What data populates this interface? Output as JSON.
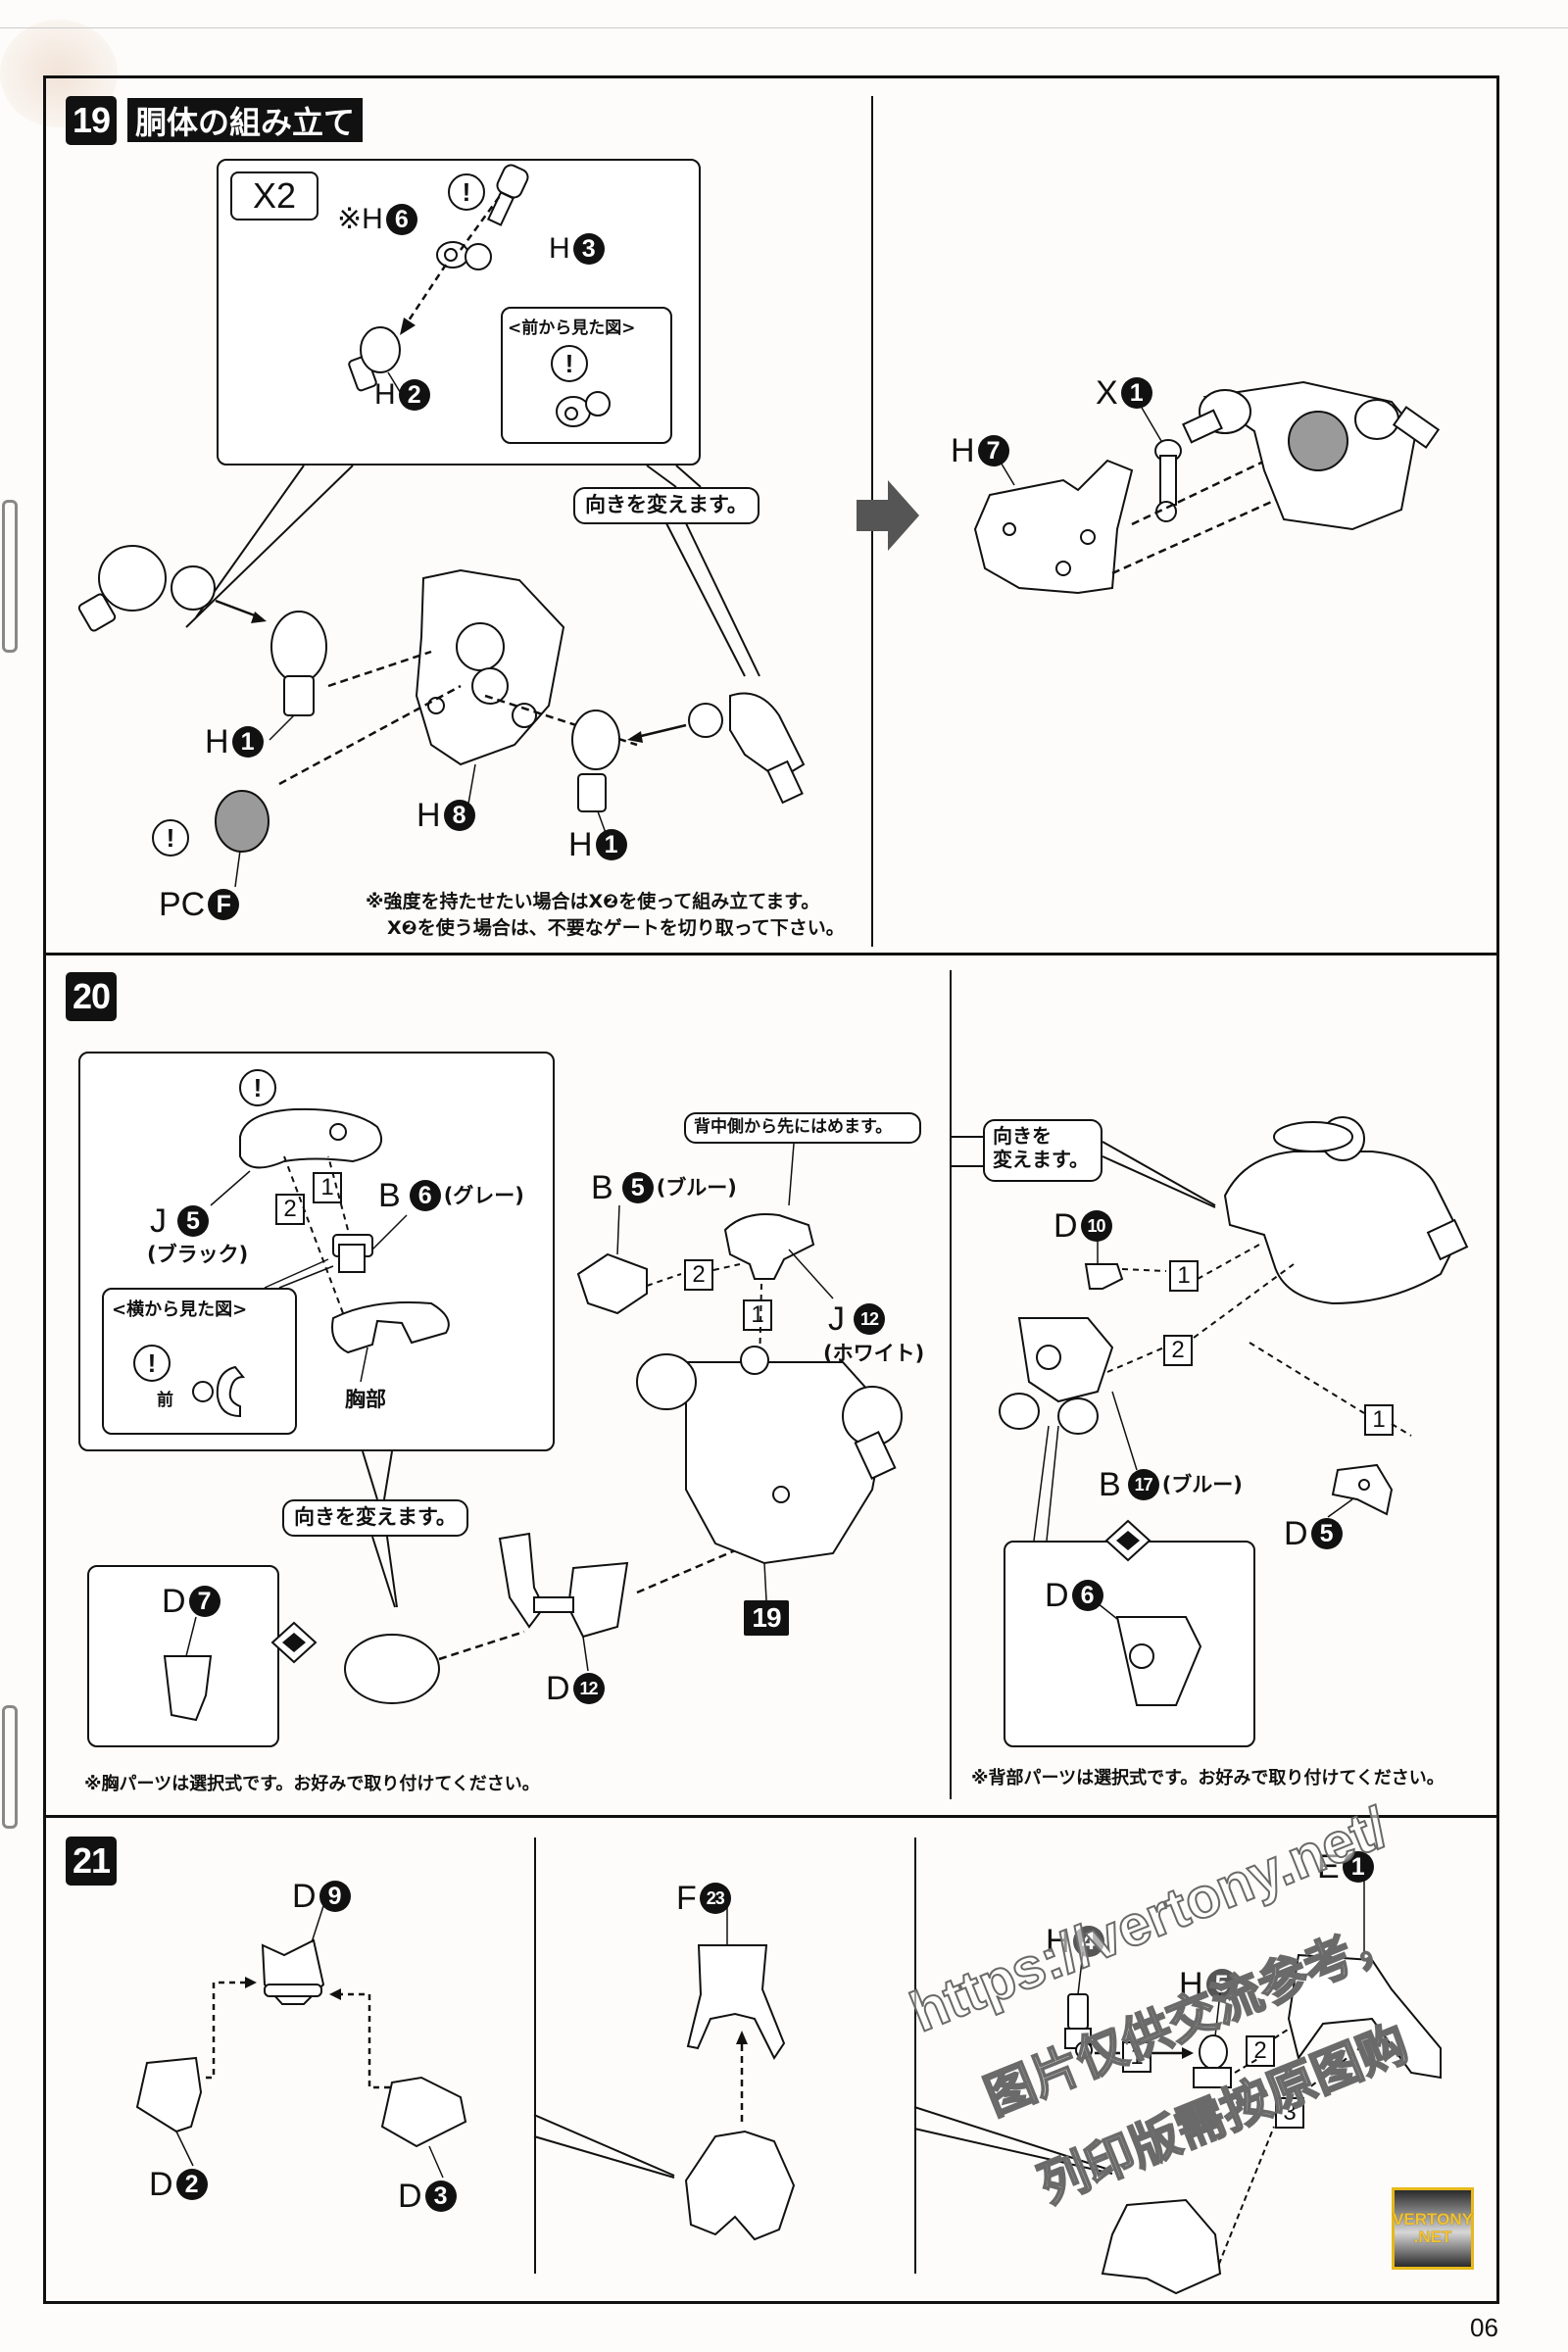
{
  "page": {
    "number": "06"
  },
  "steps": [
    {
      "id": "19",
      "badge": "19",
      "title": "胴体の組み立て",
      "inset": {
        "count_label": "X2",
        "parts": [
          {
            "prefix": "※H",
            "num": "6"
          },
          {
            "prefix": "H",
            "num": "3"
          },
          {
            "prefix": "H",
            "num": "2"
          }
        ],
        "front_view_label": "<前から見た図>"
      },
      "callout_turn": "向きを変えます。",
      "parts": [
        {
          "prefix": "H",
          "num": "1"
        },
        {
          "prefix": "H",
          "num": "8"
        },
        {
          "prefix": "H",
          "num": "1"
        },
        {
          "prefix": "PC",
          "num": "F"
        },
        {
          "prefix": "H",
          "num": "7"
        },
        {
          "prefix": "X",
          "num": "1"
        }
      ],
      "note_lines": [
        "※強度を持たせたい場合はX❷を使って組み立てます。",
        "X❷を使う場合は、不要なゲートを切り取って下さい。"
      ]
    },
    {
      "id": "20",
      "badge": "20",
      "inset": {
        "parts": [
          {
            "prefix": "J",
            "num": "5",
            "color": "(ブラック)"
          },
          {
            "prefix": "B",
            "num": "6",
            "color": "(グレー)"
          }
        ],
        "chest_label": "胸部",
        "side_view_label": "<横から見た図>",
        "front_label": "前",
        "order": [
          "1",
          "2"
        ]
      },
      "callout_turn": "向きを変えます。",
      "callout_back_first": "背中側から先にはめます。",
      "parts": [
        {
          "prefix": "B",
          "num": "5",
          "color": "(ブルー)"
        },
        {
          "prefix": "J",
          "num": "12",
          "color": "(ホワイト)"
        },
        {
          "prefix": "D",
          "num": "12"
        },
        {
          "prefix": "D",
          "num": "7"
        }
      ],
      "ref_badge": "19",
      "order": [
        "2",
        "1"
      ],
      "note_left": "※胸パーツは選択式です。お好みで取り付けてください。",
      "right": {
        "callout_turn_lines": [
          "向きを",
          "変えます。"
        ],
        "parts": [
          {
            "prefix": "D",
            "num": "10"
          },
          {
            "prefix": "B",
            "num": "17",
            "color": "(ブルー)"
          },
          {
            "prefix": "D",
            "num": "5"
          },
          {
            "prefix": "D",
            "num": "6"
          }
        ],
        "order": [
          "1",
          "2",
          "1"
        ],
        "note": "※背部パーツは選択式です。お好みで取り付けてください。"
      }
    },
    {
      "id": "21",
      "badge": "21",
      "panel1": {
        "parts": [
          {
            "prefix": "D",
            "num": "9"
          },
          {
            "prefix": "D",
            "num": "2"
          },
          {
            "prefix": "D",
            "num": "3"
          }
        ]
      },
      "panel2": {
        "parts": [
          {
            "prefix": "F",
            "num": "23"
          }
        ]
      },
      "panel3": {
        "parts": [
          {
            "prefix": "E",
            "num": "1"
          },
          {
            "prefix": "H",
            "num": "4"
          },
          {
            "prefix": "H",
            "num": "5"
          }
        ],
        "order": [
          "1",
          "2",
          "3"
        ]
      }
    }
  ],
  "watermark": {
    "url": "https://vertony.net/",
    "line1": "图片仅供交流参考，",
    "line2": "列印版需按原图购"
  },
  "logo": {
    "line1": "VERTONY",
    "line2": ".NET",
    "border_color": "#e7b919",
    "text_color": "#f1c232"
  },
  "symbols": {
    "warn": "!",
    "diamond_icon": "part-selection-diamond"
  }
}
